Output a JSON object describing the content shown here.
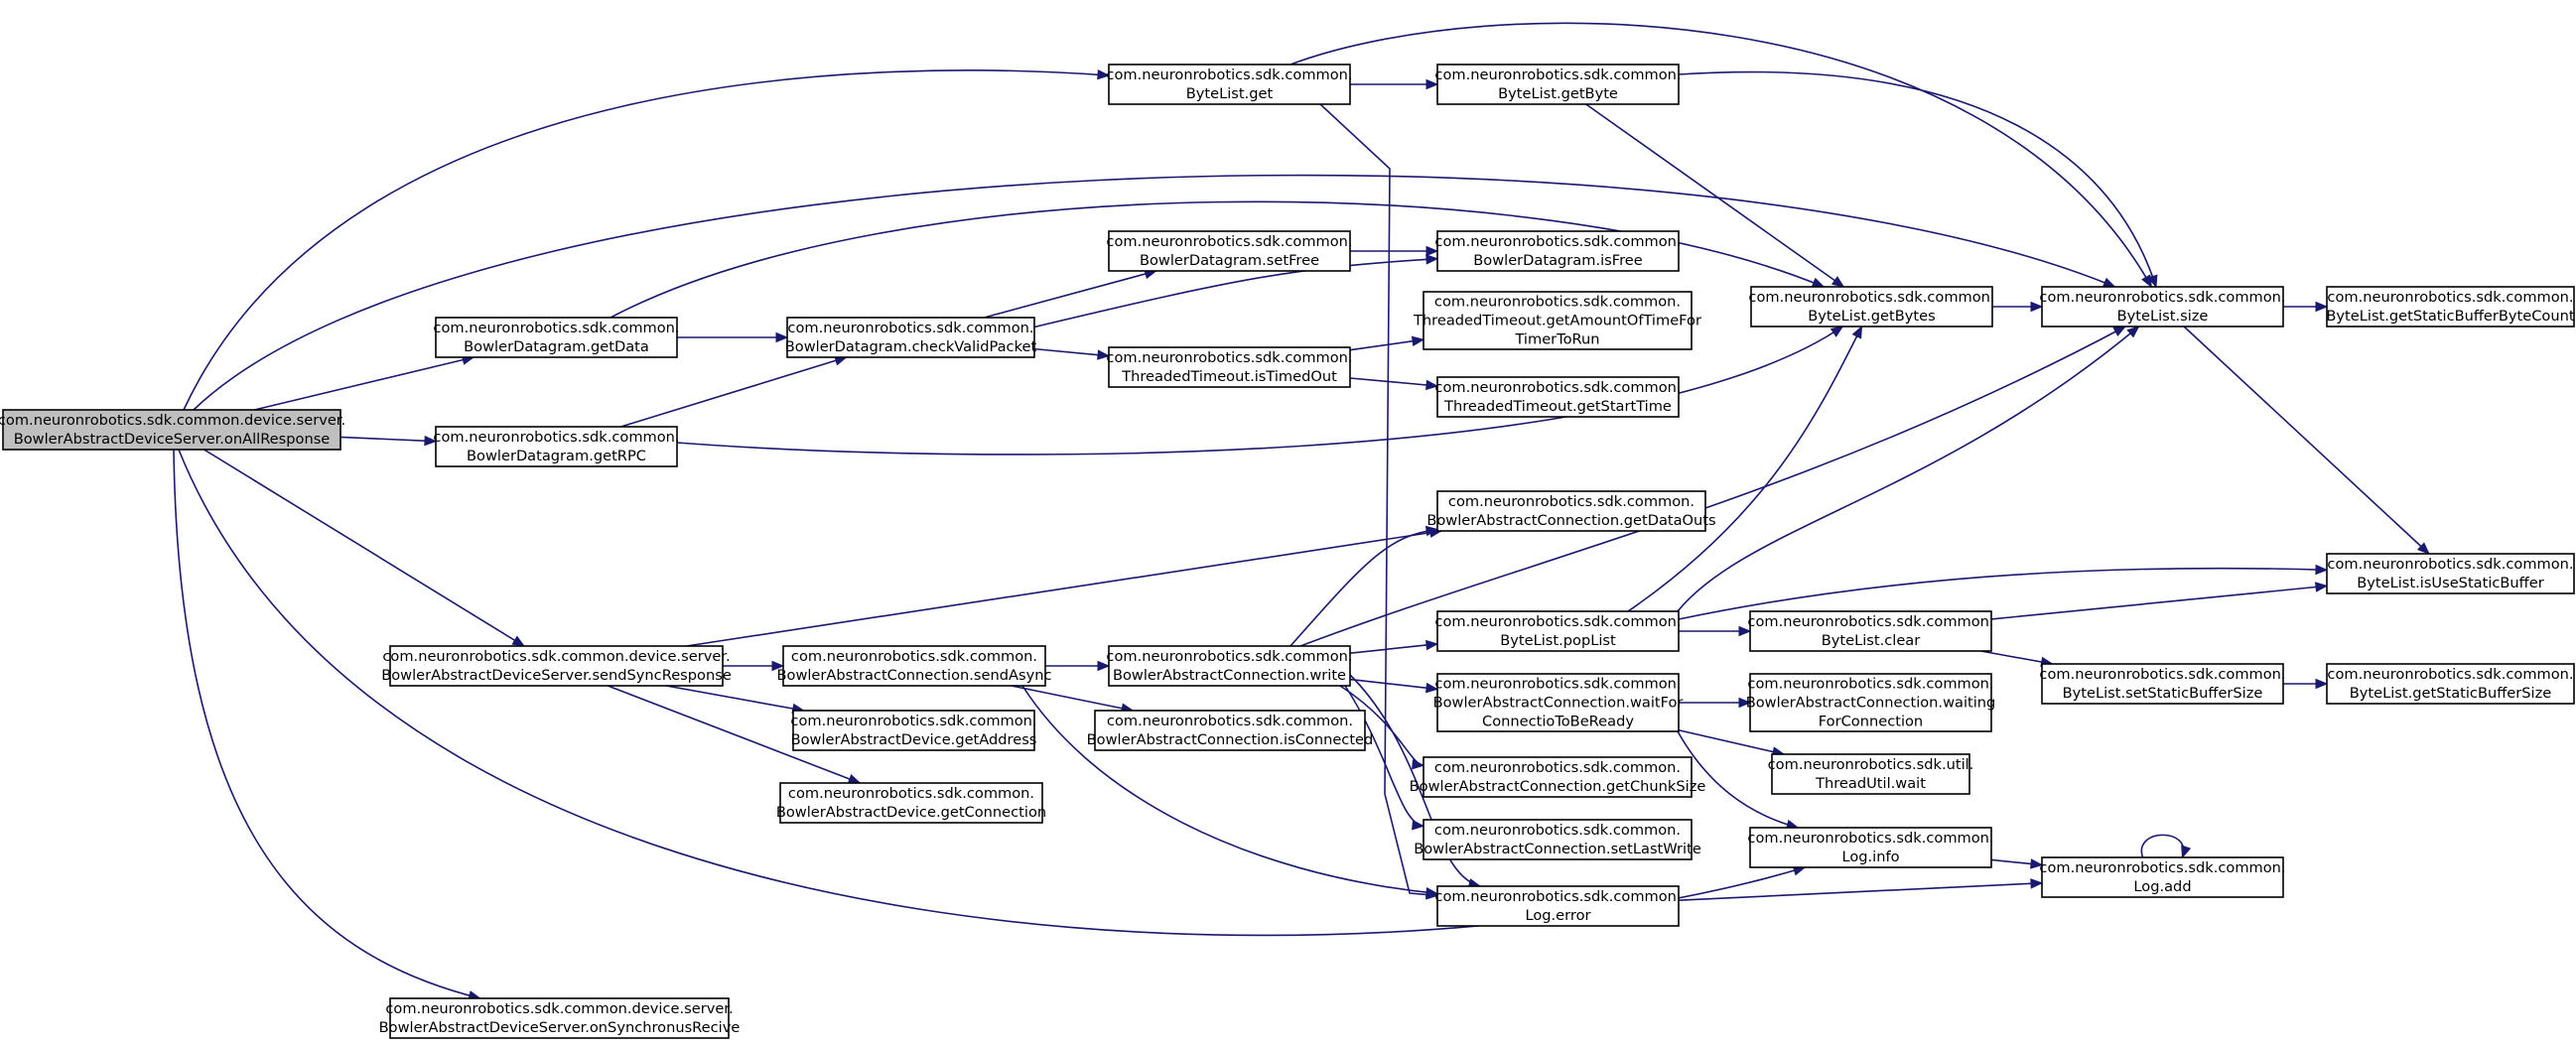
{
  "colors": {
    "edge": "#191970",
    "node_fill": "#ffffff",
    "root_fill": "#bfbfbf",
    "node_border": "#000000"
  },
  "nodes": [
    {
      "id": "root",
      "root": true,
      "lines": [
        "com.neuronrobotics.sdk.common.device.server.",
        "BowlerAbstractDeviceServer.onAllResponse"
      ]
    },
    {
      "id": "bytelist_get",
      "lines": [
        "com.neuronrobotics.sdk.common.",
        "ByteList.get"
      ]
    },
    {
      "id": "bytelist_getbyte",
      "lines": [
        "com.neuronrobotics.sdk.common.",
        "ByteList.getByte"
      ]
    },
    {
      "id": "datagram_setfree",
      "lines": [
        "com.neuronrobotics.sdk.common.",
        "BowlerDatagram.setFree"
      ]
    },
    {
      "id": "datagram_isfree",
      "lines": [
        "com.neuronrobotics.sdk.common.",
        "BowlerDatagram.isFree"
      ]
    },
    {
      "id": "datagram_getdata",
      "lines": [
        "com.neuronrobotics.sdk.common.",
        "BowlerDatagram.getData"
      ]
    },
    {
      "id": "datagram_checkvalid",
      "lines": [
        "com.neuronrobotics.sdk.common.",
        "BowlerDatagram.checkValidPacket"
      ]
    },
    {
      "id": "timeout_getamount",
      "lines": [
        "com.neuronrobotics.sdk.common.",
        "ThreadedTimeout.getAmountOfTimeFor",
        "TimerToRun"
      ]
    },
    {
      "id": "bytelist_getbytes",
      "lines": [
        "com.neuronrobotics.sdk.common.",
        "ByteList.getBytes"
      ]
    },
    {
      "id": "bytelist_size",
      "lines": [
        "com.neuronrobotics.sdk.common.",
        "ByteList.size"
      ]
    },
    {
      "id": "bytelist_getstaticcount",
      "lines": [
        "com.neuronrobotics.sdk.common.",
        "ByteList.getStaticBufferByteCount"
      ]
    },
    {
      "id": "timeout_istimedout",
      "lines": [
        "com.neuronrobotics.sdk.common.",
        "ThreadedTimeout.isTimedOut"
      ]
    },
    {
      "id": "timeout_getstart",
      "lines": [
        "com.neuronrobotics.sdk.common.",
        "ThreadedTimeout.getStartTime"
      ]
    },
    {
      "id": "datagram_getrpc",
      "lines": [
        "com.neuronrobotics.sdk.common.",
        "BowlerDatagram.getRPC"
      ]
    },
    {
      "id": "conn_getdataouts",
      "lines": [
        "com.neuronrobotics.sdk.common.",
        "BowlerAbstractConnection.getDataOuts"
      ]
    },
    {
      "id": "bytelist_isusestatic",
      "lines": [
        "com.neuronrobotics.sdk.common.",
        "ByteList.isUseStaticBuffer"
      ]
    },
    {
      "id": "server_sendsync",
      "lines": [
        "com.neuronrobotics.sdk.common.device.server.",
        "BowlerAbstractDeviceServer.sendSyncResponse"
      ]
    },
    {
      "id": "conn_sendasync",
      "lines": [
        "com.neuronrobotics.sdk.common.",
        "BowlerAbstractConnection.sendAsync"
      ]
    },
    {
      "id": "conn_write",
      "lines": [
        "com.neuronrobotics.sdk.common.",
        "BowlerAbstractConnection.write"
      ]
    },
    {
      "id": "bytelist_poplist",
      "lines": [
        "com.neuronrobotics.sdk.common.",
        "ByteList.popList"
      ]
    },
    {
      "id": "bytelist_clear",
      "lines": [
        "com.neuronrobotics.sdk.common.",
        "ByteList.clear"
      ]
    },
    {
      "id": "bytelist_setstaticsize",
      "lines": [
        "com.neuronrobotics.sdk.common.",
        "ByteList.setStaticBufferSize"
      ]
    },
    {
      "id": "bytelist_getstaticsize",
      "lines": [
        "com.neuronrobotics.sdk.common.",
        "ByteList.getStaticBufferSize"
      ]
    },
    {
      "id": "conn_waitfor",
      "lines": [
        "com.neuronrobotics.sdk.common.",
        "BowlerAbstractConnection.waitFor",
        "ConnectioToBeReady"
      ]
    },
    {
      "id": "conn_waiting",
      "lines": [
        "com.neuronrobotics.sdk.common.",
        "BowlerAbstractConnection.waiting",
        "ForConnection"
      ]
    },
    {
      "id": "device_getaddress",
      "lines": [
        "com.neuronrobotics.sdk.common.",
        "BowlerAbstractDevice.getAddress"
      ]
    },
    {
      "id": "conn_isconnected",
      "lines": [
        "com.neuronrobotics.sdk.common.",
        "BowlerAbstractConnection.isConnected"
      ]
    },
    {
      "id": "util_wait",
      "lines": [
        "com.neuronrobotics.sdk.util.",
        "ThreadUtil.wait"
      ]
    },
    {
      "id": "device_getconnection",
      "lines": [
        "com.neuronrobotics.sdk.common.",
        "BowlerAbstractDevice.getConnection"
      ]
    },
    {
      "id": "conn_getchunk",
      "lines": [
        "com.neuronrobotics.sdk.common.",
        "BowlerAbstractConnection.getChunkSize"
      ]
    },
    {
      "id": "conn_setlastwrite",
      "lines": [
        "com.neuronrobotics.sdk.common.",
        "BowlerAbstractConnection.setLastWrite"
      ]
    },
    {
      "id": "log_info",
      "lines": [
        "com.neuronrobotics.sdk.common.",
        "Log.info"
      ]
    },
    {
      "id": "log_add",
      "lines": [
        "com.neuronrobotics.sdk.common.",
        "Log.add"
      ]
    },
    {
      "id": "log_error",
      "lines": [
        "com.neuronrobotics.sdk.common.",
        "Log.error"
      ]
    },
    {
      "id": "server_onsynchronus",
      "lines": [
        "com.neuronrobotics.sdk.common.device.server.",
        "BowlerAbstractDeviceServer.onSynchronusRecive"
      ]
    }
  ],
  "edges": [
    [
      "root",
      "bytelist_get"
    ],
    [
      "root",
      "bytelist_size"
    ],
    [
      "root",
      "datagram_getdata"
    ],
    [
      "root",
      "datagram_getrpc"
    ],
    [
      "root",
      "server_sendsync"
    ],
    [
      "root",
      "log_info"
    ],
    [
      "root",
      "server_onsynchronus"
    ],
    [
      "bytelist_get",
      "bytelist_getbyte"
    ],
    [
      "bytelist_get",
      "bytelist_size"
    ],
    [
      "bytelist_get",
      "log_error"
    ],
    [
      "bytelist_getbyte",
      "bytelist_size"
    ],
    [
      "bytelist_getbyte",
      "bytelist_getbytes"
    ],
    [
      "datagram_getdata",
      "datagram_checkvalid"
    ],
    [
      "datagram_getdata",
      "bytelist_getbytes"
    ],
    [
      "datagram_getrpc",
      "datagram_checkvalid"
    ],
    [
      "datagram_getrpc",
      "bytelist_getbytes"
    ],
    [
      "datagram_checkvalid",
      "datagram_setfree"
    ],
    [
      "datagram_checkvalid",
      "datagram_isfree"
    ],
    [
      "datagram_checkvalid",
      "timeout_istimedout"
    ],
    [
      "datagram_setfree",
      "datagram_isfree"
    ],
    [
      "timeout_istimedout",
      "timeout_getamount"
    ],
    [
      "timeout_istimedout",
      "timeout_getstart"
    ],
    [
      "bytelist_getbytes",
      "bytelist_size"
    ],
    [
      "bytelist_size",
      "bytelist_getstaticcount"
    ],
    [
      "bytelist_size",
      "bytelist_isusestatic"
    ],
    [
      "server_sendsync",
      "conn_getdataouts"
    ],
    [
      "server_sendsync",
      "conn_sendasync"
    ],
    [
      "server_sendsync",
      "device_getaddress"
    ],
    [
      "server_sendsync",
      "device_getconnection"
    ],
    [
      "conn_sendasync",
      "conn_write"
    ],
    [
      "conn_sendasync",
      "conn_isconnected"
    ],
    [
      "conn_sendasync",
      "log_error"
    ],
    [
      "conn_write",
      "conn_getdataouts"
    ],
    [
      "conn_write",
      "bytelist_size"
    ],
    [
      "conn_write",
      "bytelist_poplist"
    ],
    [
      "conn_write",
      "conn_waitfor"
    ],
    [
      "conn_write",
      "conn_getchunk"
    ],
    [
      "conn_write",
      "conn_setlastwrite"
    ],
    [
      "conn_write",
      "log_error"
    ],
    [
      "bytelist_poplist",
      "bytelist_getbytes"
    ],
    [
      "bytelist_poplist",
      "bytelist_size"
    ],
    [
      "bytelist_poplist",
      "bytelist_isusestatic"
    ],
    [
      "bytelist_poplist",
      "bytelist_clear"
    ],
    [
      "bytelist_clear",
      "bytelist_isusestatic"
    ],
    [
      "bytelist_clear",
      "bytelist_setstaticsize"
    ],
    [
      "bytelist_setstaticsize",
      "bytelist_getstaticsize"
    ],
    [
      "conn_waitfor",
      "conn_waiting"
    ],
    [
      "conn_waitfor",
      "util_wait"
    ],
    [
      "conn_waitfor",
      "log_info"
    ],
    [
      "log_info",
      "log_add"
    ],
    [
      "log_add",
      "log_add"
    ],
    [
      "log_error",
      "log_add"
    ]
  ]
}
